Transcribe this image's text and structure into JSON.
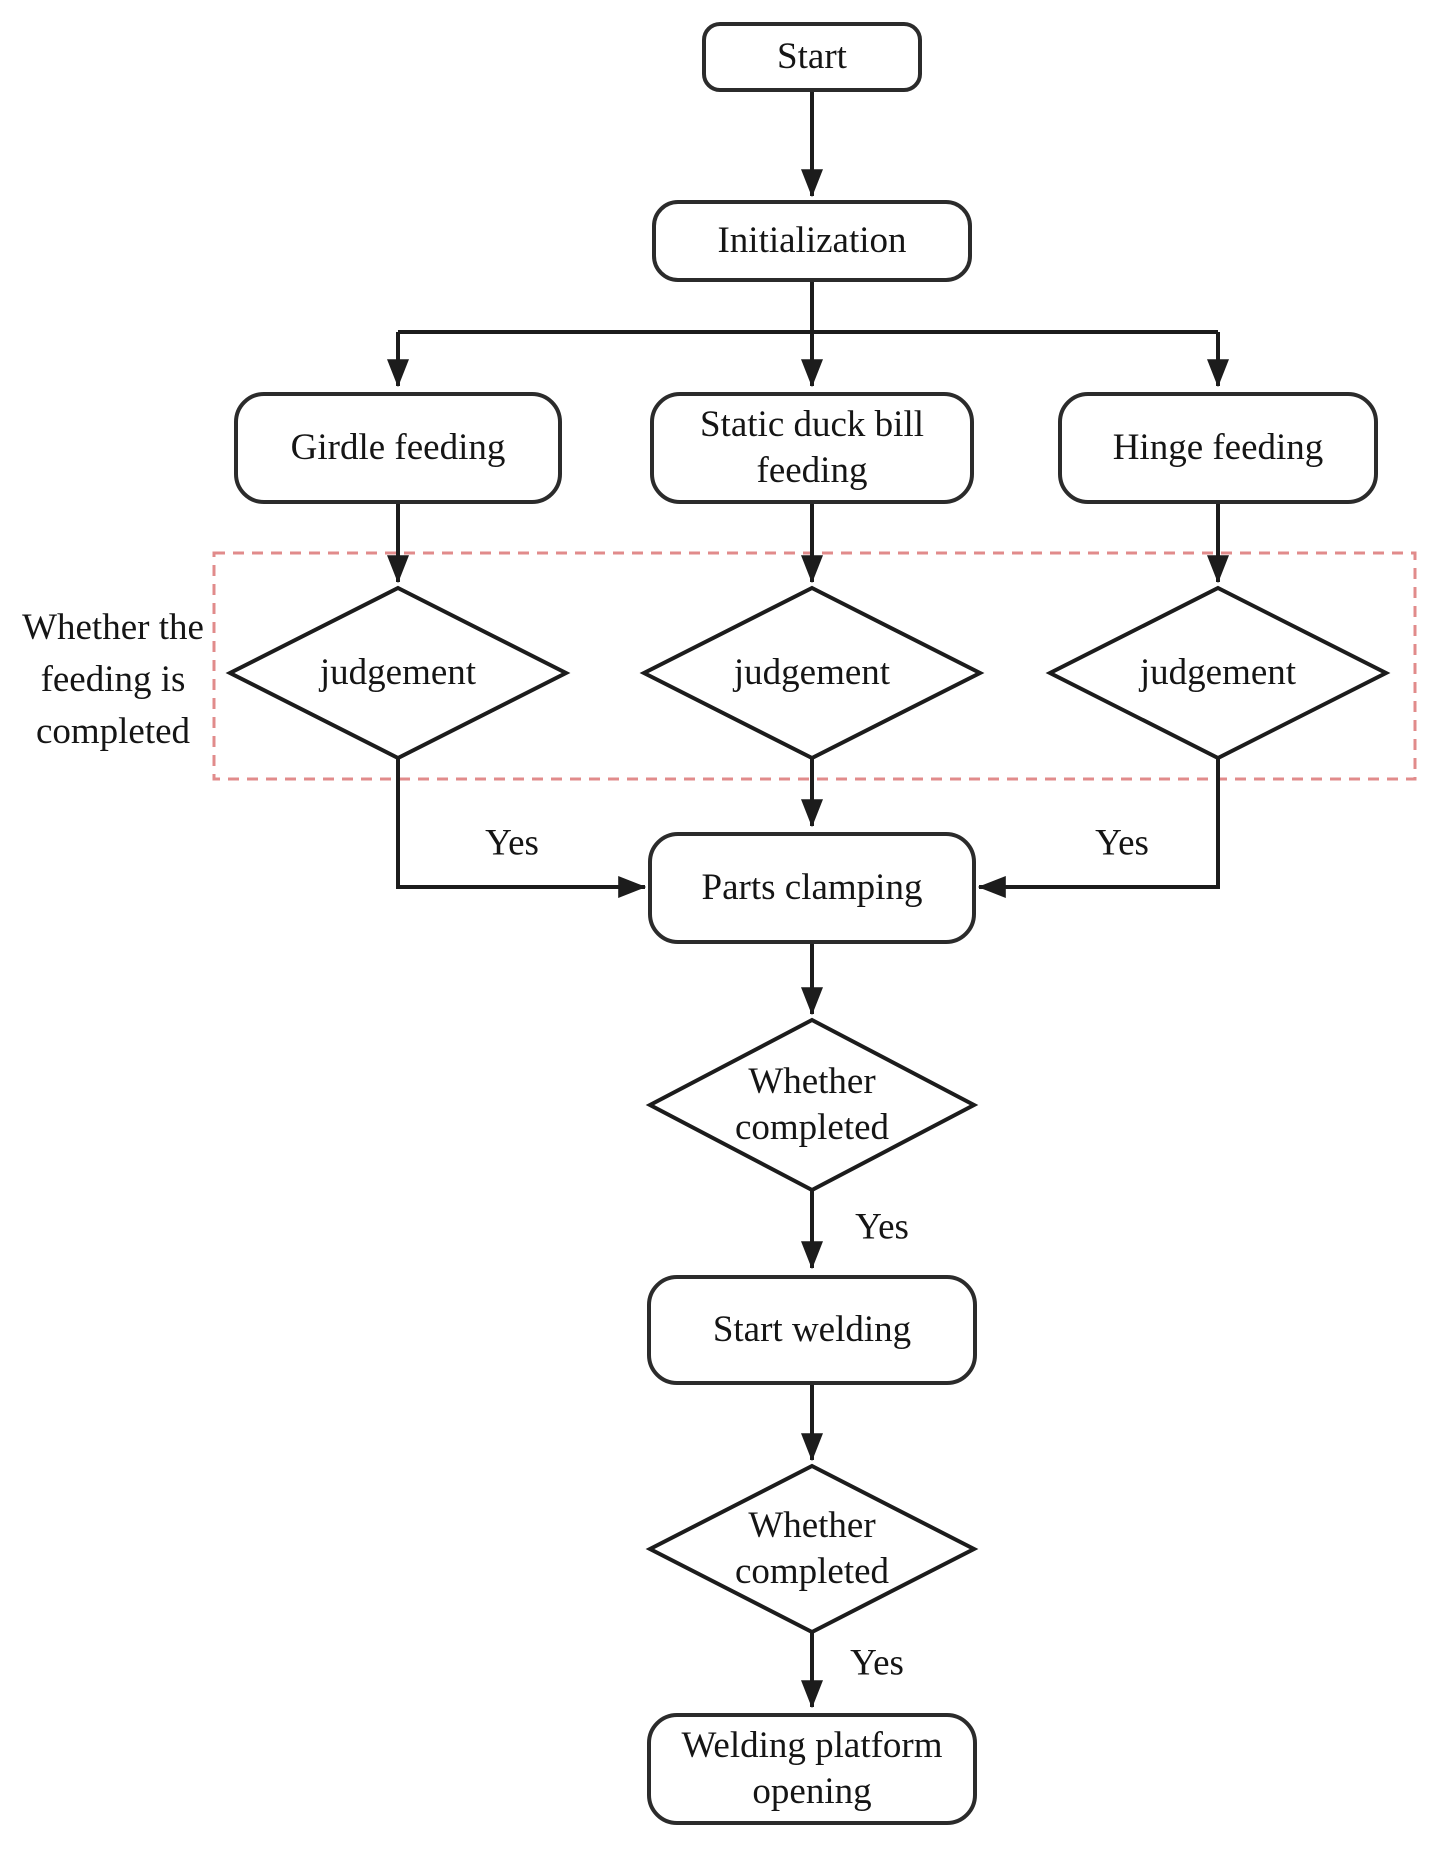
{
  "figure": {
    "kind": "flowchart",
    "background_color": "#ffffff",
    "line_color": "#1c1c1c",
    "text_color": "#151515"
  },
  "nodes": {
    "start": {
      "label": "Start"
    },
    "initialization": {
      "label": "Initialization"
    },
    "girdle_feeding": {
      "label": "Girdle feeding"
    },
    "duckbill_feeding": {
      "label": "Static duck bill feeding"
    },
    "hinge_feeding": {
      "label": "Hinge feeding"
    },
    "judgement_girdle": {
      "label": "judgement"
    },
    "judgement_duckbill": {
      "label": "judgement"
    },
    "judgement_hinge": {
      "label": "judgement"
    },
    "parts_clamping": {
      "label": "Parts clamping"
    },
    "whether_clamping": {
      "label": "Whether completed"
    },
    "start_welding": {
      "label": "Start welding"
    },
    "whether_welding": {
      "label": "Whether completed"
    },
    "platform_opening": {
      "label": "Welding platform opening"
    }
  },
  "region": {
    "border_color": "#e18b8b",
    "label_lines": [
      "Whether the",
      "feeding is",
      "completed"
    ]
  },
  "edge_labels": {
    "yes_girdle": "Yes",
    "yes_hinge": "Yes",
    "yes_clamping": "Yes",
    "yes_welding": "Yes"
  }
}
